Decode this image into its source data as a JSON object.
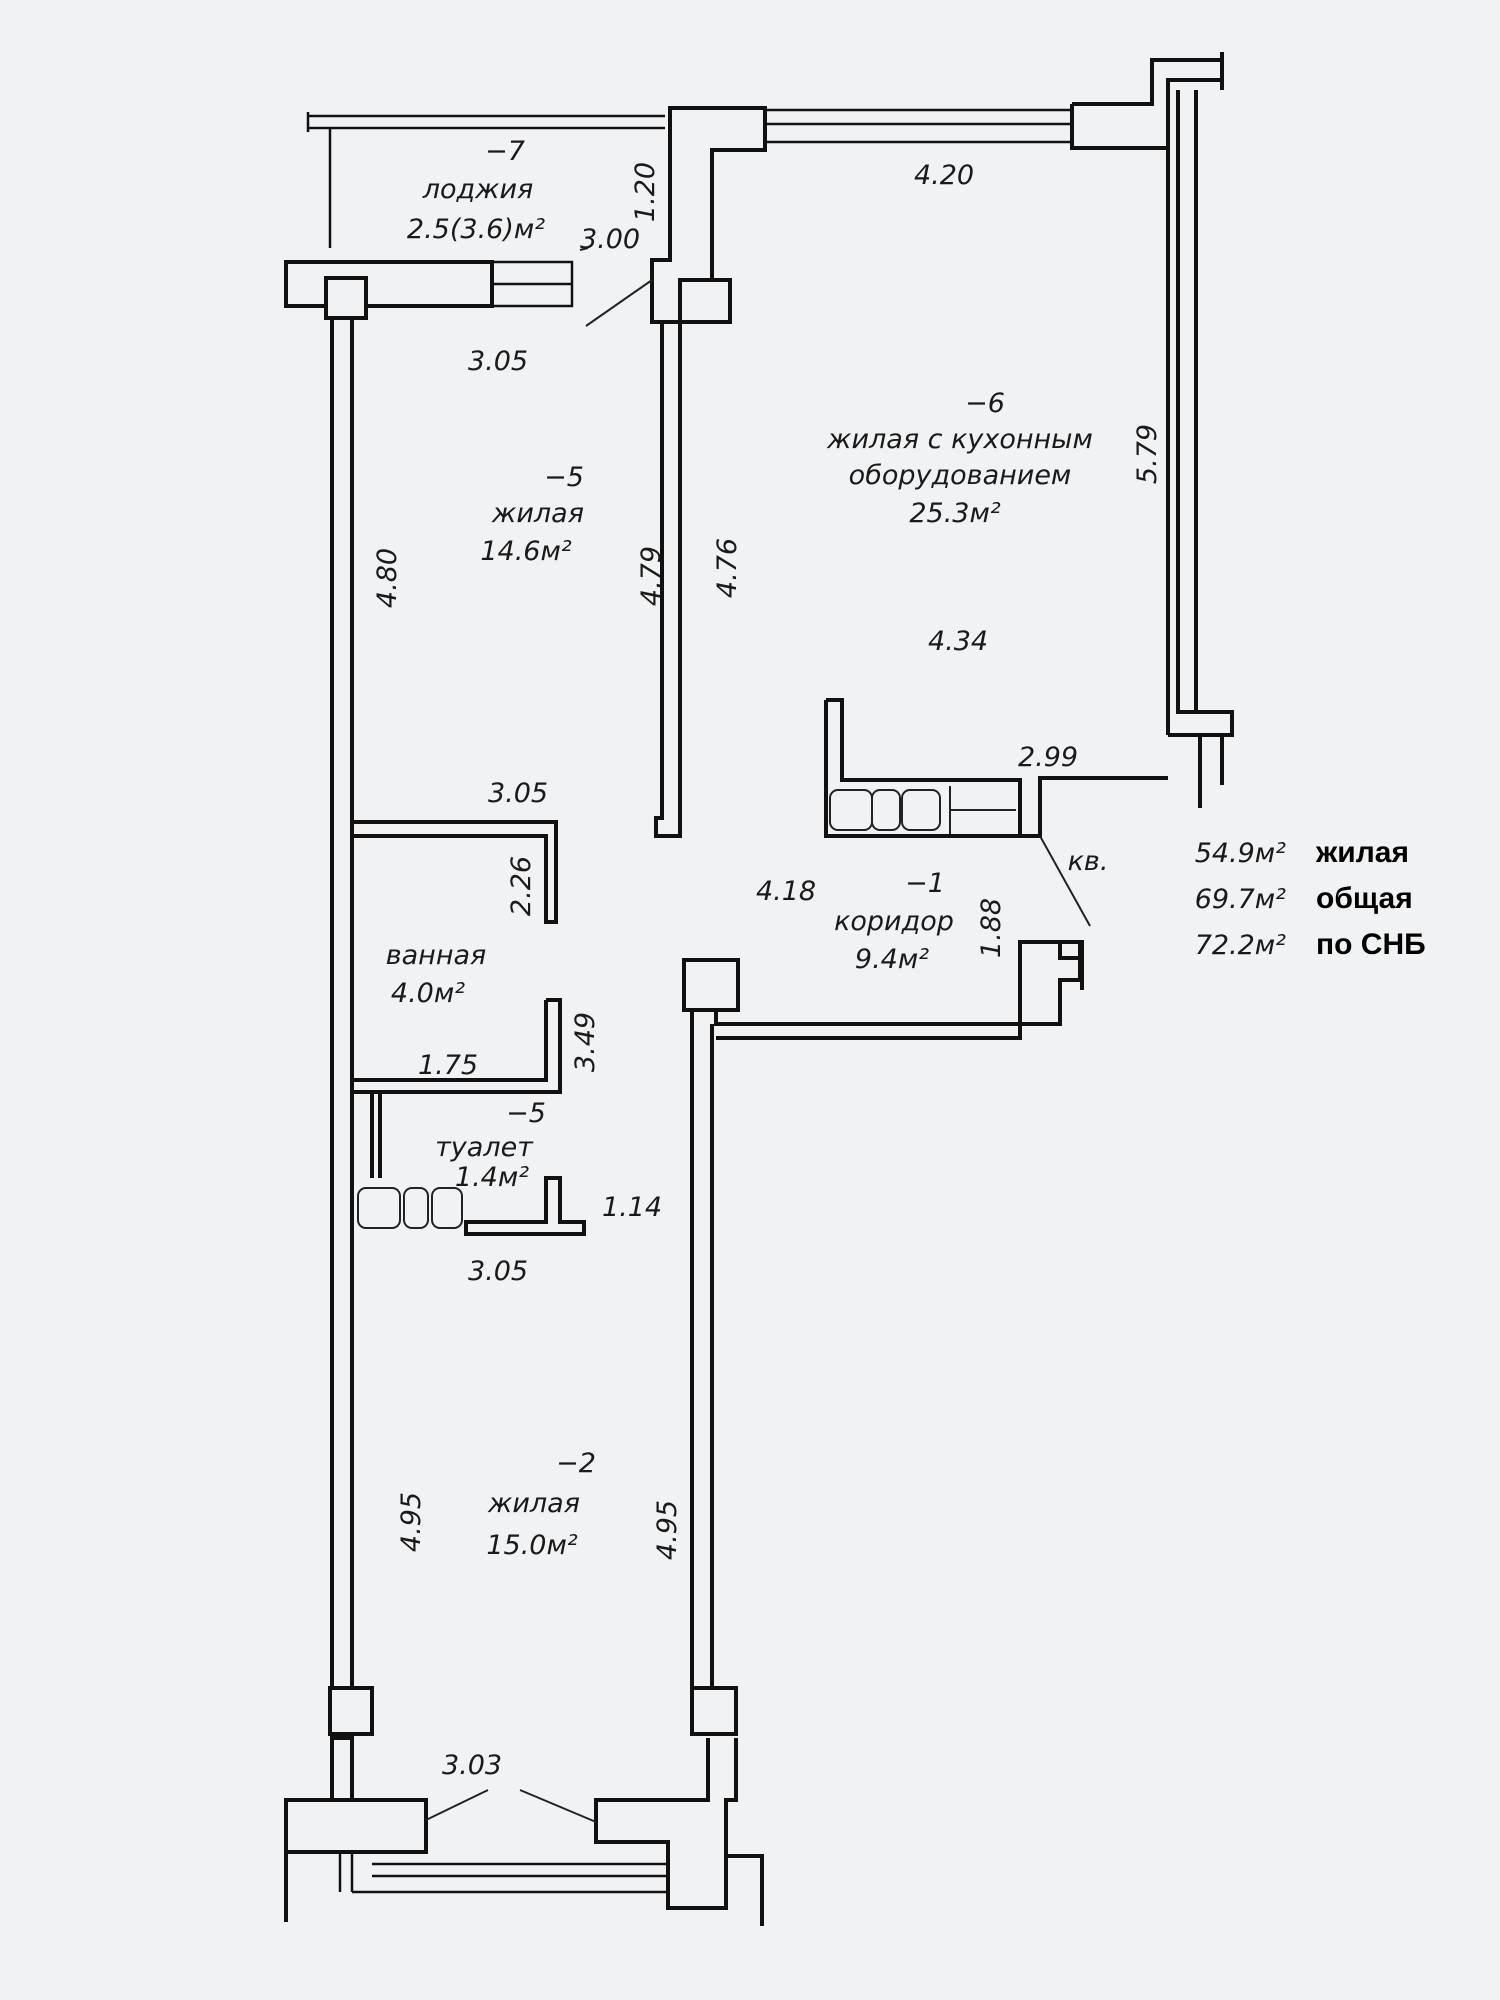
{
  "rooms": {
    "loggia": {
      "number": "−7",
      "name": "лоджия",
      "area": "2.5(3.6)м²"
    },
    "living_kitchen": {
      "number": "−6",
      "name_line1": "жилая с кухонным",
      "name_line2": "оборудованием",
      "area": "25.3м²"
    },
    "bedroom_top": {
      "number": "−5",
      "name": "жилая",
      "area": "14.6м²"
    },
    "bathroom": {
      "name": "ванная",
      "area": "4.0м²"
    },
    "toilet": {
      "number": "−5",
      "name": "туалет",
      "area": "1.4м²"
    },
    "corridor": {
      "number": "−1",
      "name": "коридор",
      "area": "9.4м²"
    },
    "bedroom_bottom": {
      "number": "−2",
      "name": "жилая",
      "area": "15.0м²"
    }
  },
  "dimensions": {
    "d_1_20": "1.20",
    "d_4_20": "4.20",
    "d_3_00": "3.00",
    "d_3_05_top": "3.05",
    "d_5_79": "5.79",
    "d_4_80": "4.80",
    "d_4_79": "4.79",
    "d_4_76": "4.76",
    "d_4_34": "4.34",
    "d_2_99": "2.99",
    "d_3_05_mid": "3.05",
    "d_2_26": "2.26",
    "d_4_18": "4.18",
    "d_1_88": "1.88",
    "d_3_49": "3.49",
    "d_1_75": "1.75",
    "d_1_14": "1.14",
    "d_3_05_low": "3.05",
    "d_4_95_left": "4.95",
    "d_4_95_right": "4.95",
    "d_3_03": "3.03"
  },
  "entrance_label": "кв.",
  "summary": [
    {
      "value": "54.9м²",
      "label": "жилая"
    },
    {
      "value": "69.7м²",
      "label": "общая"
    },
    {
      "value": "72.2м²",
      "label": "по СНБ"
    }
  ]
}
